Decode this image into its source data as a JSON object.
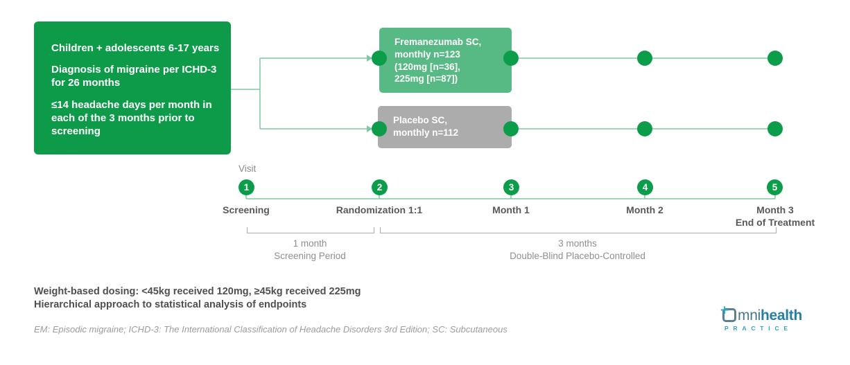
{
  "eligibility": {
    "criteria": [
      "Children + adolescents 6-17 years",
      "Diagnosis of migraine per ICHD-3 for 26 months",
      "≤14 headache days per month in each of the 3 months prior to screening"
    ]
  },
  "arms": [
    {
      "name": "Fremanezumab SC",
      "lines": [
        "Fremanezumab SC,",
        "monthly n=123",
        "(120mg [n=36],",
        "225mg [n=87])"
      ],
      "color": "#57B983"
    },
    {
      "name": "Placebo SC",
      "lines": [
        "Placebo SC,",
        "monthly n=112"
      ],
      "color": "#ACACAC"
    }
  ],
  "timeline": {
    "axis_label": "Visit",
    "visits": [
      {
        "number": "1",
        "label": "Screening",
        "sublabel": ""
      },
      {
        "number": "2",
        "label": "Randomization 1:1",
        "sublabel": ""
      },
      {
        "number": "3",
        "label": "Month 1",
        "sublabel": ""
      },
      {
        "number": "4",
        "label": "Month 2",
        "sublabel": ""
      },
      {
        "number": "5",
        "label": "Month 3",
        "sublabel": "End of Treatment"
      }
    ],
    "periods": [
      {
        "duration": "1 month",
        "label": "Screening Period"
      },
      {
        "duration": "3 months",
        "label": "Double-Blind Placebo-Controlled"
      }
    ]
  },
  "footer": {
    "dosing_note": "Weight-based dosing: <45kg received 120mg, ≥45kg received 225mg",
    "analysis_note": "Hierarchical approach to statistical analysis of endpoints",
    "abbreviations": "EM: Episodic migraine; ICHD-3: The International Classification of Headache Disorders 3rd Edition; SC: Subcutaneous"
  },
  "logo": {
    "plus": "+",
    "prefix": "mni",
    "bold": "health",
    "subtext": "PRACTICE"
  },
  "colors": {
    "primary_green": "#0D9B4A",
    "dot_green": "#0C9D4B",
    "arm_green": "#57B983",
    "arm_gray": "#ACACAC",
    "line_green": "#7FC8A2",
    "bracket_gray": "#ABABAB",
    "label_gray": "#595959",
    "logo_teal": "#2AA6BF",
    "logo_blue": "#47798D"
  }
}
